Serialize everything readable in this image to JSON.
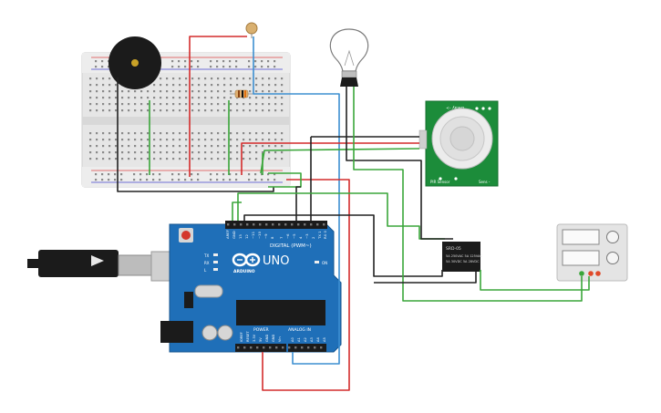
{
  "arduino": {
    "brand": "ARDUINO",
    "model": "UNO",
    "digital_label": "DIGITAL (PWM~)",
    "power_label": "POWER",
    "analog_label": "ANALOG IN",
    "aref": "AREF",
    "gnd": "GND",
    "tx": "TX",
    "rx": "RX",
    "l": "L",
    "on": "ON",
    "pin_13": "13",
    "pin_12": "12",
    "pin_11": "~11",
    "pin_10": "~10",
    "pin_9": "~9",
    "pin_8": "8",
    "pin_7": "7",
    "pin_6": "~6",
    "pin_5": "~5",
    "pin_4": "4",
    "pin_3": "~3",
    "pin_2": "2",
    "pin_1": "TX 1",
    "pin_0": "RX 0",
    "p_ioref": "IOREF",
    "p_reset": "RESET",
    "p_33v": "3.3V",
    "p_5v": "5V",
    "p_gnd1": "GND",
    "p_gnd2": "GND",
    "p_vin": "Vin",
    "a0": "A0",
    "a1": "A1",
    "a2": "A2",
    "a3": "A3",
    "a4": "A4",
    "a5": "A5"
  },
  "pir_sensor": {
    "top_text": "Delay ->",
    "bottom_left": "PIR Sensor",
    "bottom_right": "Sens -"
  },
  "relay": {
    "label_top": "SRD-05",
    "label_mid": "5A 250VAC 5A 125VAC",
    "label_bot": "5A 30VDC 5A 28VDC"
  },
  "colors": {
    "wire_red": "#d42c2c",
    "wire_green": "#3aa63a",
    "wire_black": "#222222",
    "wire_blue": "#3d8fd1",
    "board_blue": "#1f6fb8",
    "pir_green": "#1c8c3a"
  }
}
